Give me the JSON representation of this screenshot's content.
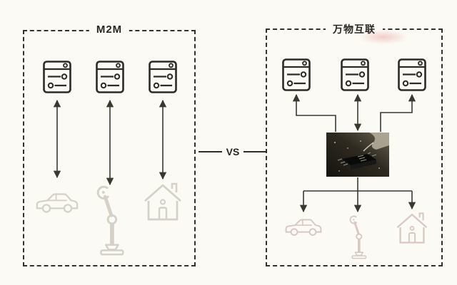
{
  "comparison": {
    "vs_label": "VS"
  },
  "left_panel": {
    "title": "M2M",
    "top_icons": [
      "app-window",
      "app-window",
      "app-window"
    ],
    "bottom_icons": [
      "car",
      "robot-arm",
      "house"
    ]
  },
  "right_panel": {
    "title": "万物互联",
    "top_icons": [
      "app-window",
      "app-window",
      "app-window"
    ],
    "hub_icon": "iot-chip-photo",
    "bottom_icons": [
      "car",
      "robot-arm",
      "house"
    ]
  },
  "colors": {
    "background": "#fbfaf4",
    "connector_line": "#3b382f",
    "icon_dark": "#2e2b25",
    "icon_faint_left": "#d5d1c6",
    "icon_faint_right": "#d9c8c2",
    "panel_border": "#35312a"
  }
}
